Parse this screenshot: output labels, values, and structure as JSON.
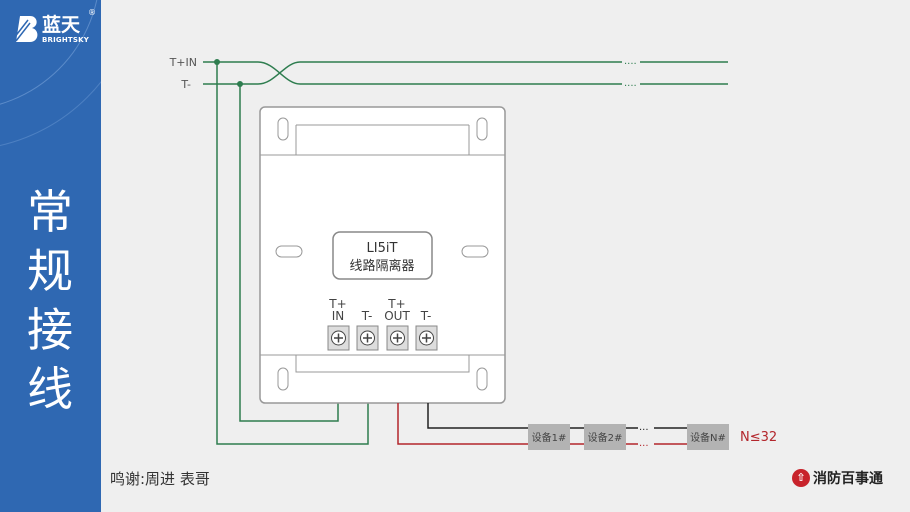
{
  "brand": {
    "name_cn": "蓝天",
    "name_en": "BRIGHTSKY",
    "reg": "®"
  },
  "sidebar_title": "常规接线",
  "bus": {
    "line1": "T+IN",
    "line2": "T-",
    "dots": "....",
    "dots2": "...."
  },
  "device": {
    "model": "LI5iT",
    "name": "线路隔离器"
  },
  "terminals": [
    {
      "l1": "T+",
      "l2": "IN"
    },
    {
      "l1": "",
      "l2": "T-"
    },
    {
      "l1": "T+",
      "l2": "OUT"
    },
    {
      "l1": "",
      "l2": "T-"
    }
  ],
  "loads": [
    "设备1#",
    "设备2#",
    "设备N#"
  ],
  "loads_dots": "...",
  "limit": "N≤32",
  "credit": "鸣谢:周进  表哥",
  "footer_logo": "消防百事通",
  "colors": {
    "sidebar": "#2f68b2",
    "green": "#2e7d4f",
    "red": "#b3262c"
  }
}
